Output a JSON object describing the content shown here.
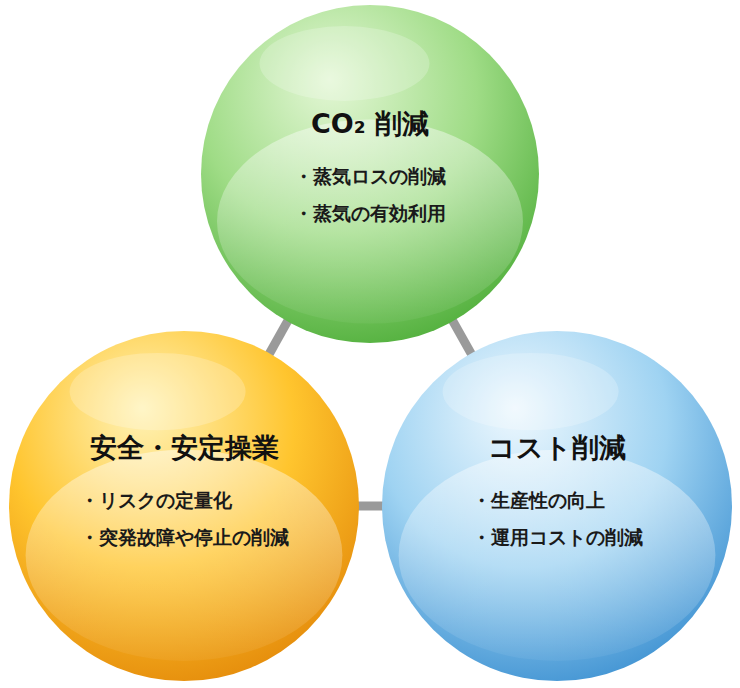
{
  "diagram": {
    "nodes": [
      {
        "text": [
          "CO₂ 削減",
          "・蒸気ロスの削減",
          "・蒸気の有効利用"
        ]
      },
      {
        "text": [
          "安全・安定操業",
          "・リスクの定量化",
          "・突発故障や停止の削減"
        ]
      },
      {
        "text": [
          "コスト削減",
          "・生産性の向上",
          "・運用コストの削減"
        ]
      }
    ],
    "edges": [
      {
        "from": 0,
        "to": 1,
        "arrow": "none"
      },
      {
        "from": 0,
        "to": 2,
        "arrow": "none"
      },
      {
        "from": 1,
        "to": 2,
        "arrow": "none"
      }
    ]
  }
}
